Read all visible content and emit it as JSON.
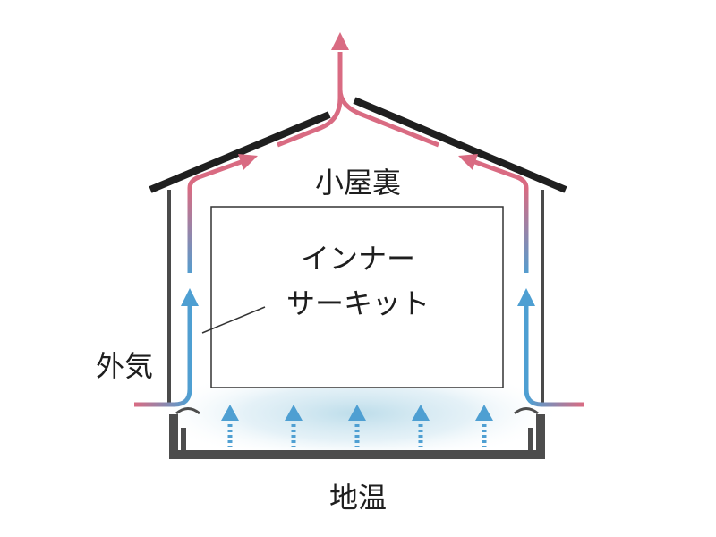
{
  "labels": {
    "attic": "小屋裏",
    "inner_line1": "インナー",
    "inner_line2": "サーキット",
    "outside_air": "外気",
    "ground_temp": "地温"
  },
  "colors": {
    "outline": "#1f1f1f",
    "wall": "#4a4a4a",
    "foundation": "#4d4d4d",
    "warm_air": "#d96b82",
    "cool_air": "#4e9fd2",
    "ground_glow": "#b9dbe9",
    "text": "#1e1e1e"
  },
  "icons": {
    "arrow_up": "arrow-up-icon",
    "dotted_arrow_up": "dotted-arrow-up-icon"
  }
}
